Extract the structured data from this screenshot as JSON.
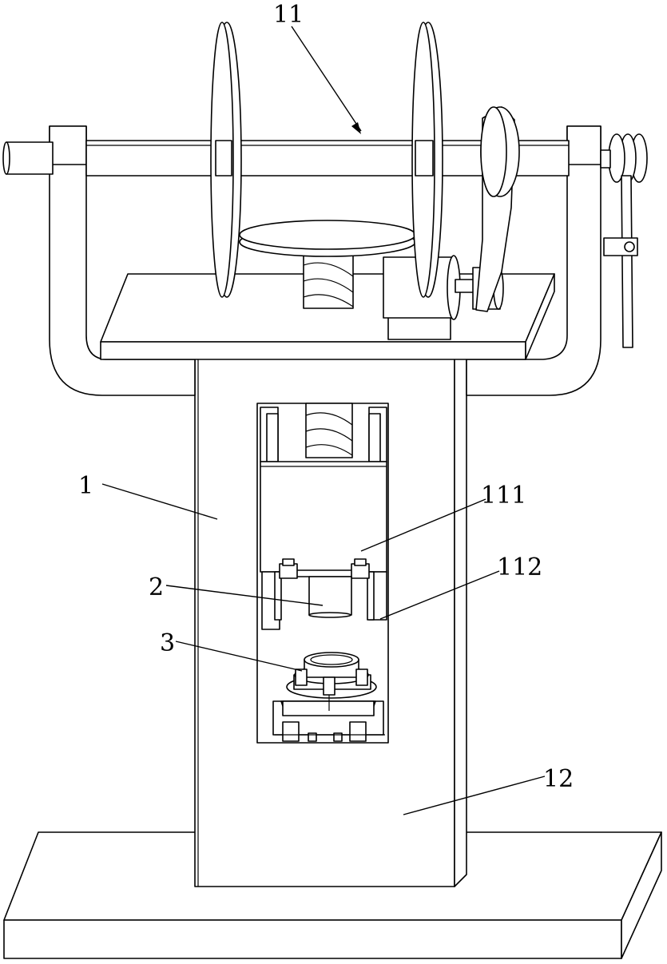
{
  "labels": {
    "l11": "11",
    "l1": "1",
    "l111": "111",
    "l112": "112",
    "l2": "2",
    "l3": "3",
    "l12": "12"
  }
}
